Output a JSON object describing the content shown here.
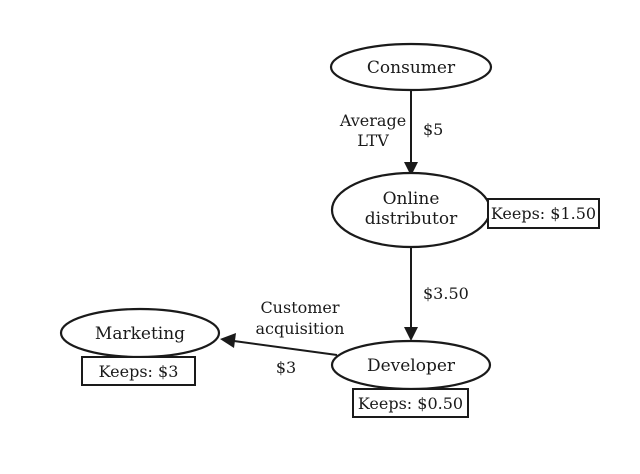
{
  "nodes": {
    "consumer": {
      "label": "Consumer"
    },
    "online_distributor": {
      "label_line1": "Online",
      "label_line2": "distributor"
    },
    "developer": {
      "label": "Developer"
    },
    "marketing": {
      "label": "Marketing"
    }
  },
  "keeps": {
    "online_distributor": "Keeps: $1.50",
    "developer": "Keeps: $0.50",
    "marketing": "Keeps: $3"
  },
  "edges": {
    "consumer_to_distributor": {
      "label_line1": "Average",
      "label_line2": "LTV",
      "amount": "$5"
    },
    "distributor_to_developer": {
      "amount": "$3.50"
    },
    "developer_to_marketing": {
      "label_line1": "Customer",
      "label_line2": "acquisition",
      "amount": "$3"
    }
  }
}
